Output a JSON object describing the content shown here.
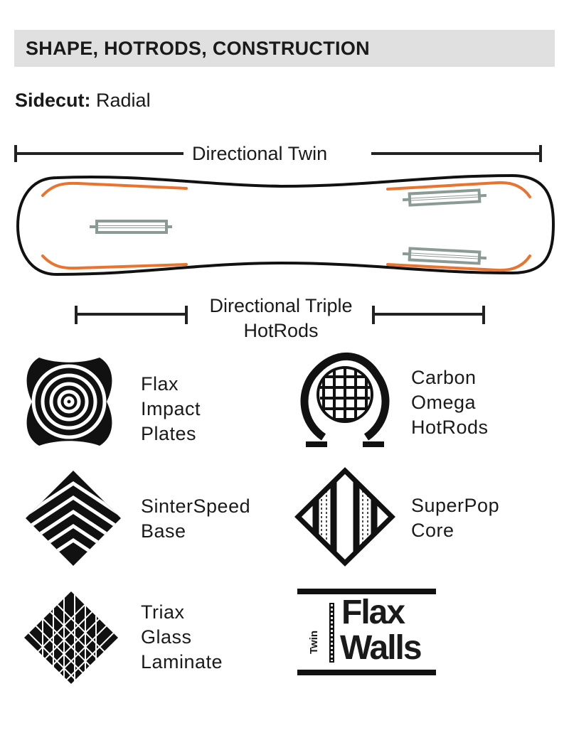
{
  "header": {
    "title": "SHAPE, HOTRODS, CONSTRUCTION"
  },
  "sidecut": {
    "label": "Sidecut:",
    "value": "Radial"
  },
  "board": {
    "shape_label": "Directional Twin",
    "hotrods_label_line1": "Directional Triple",
    "hotrods_label_line2": "HotRods",
    "colors": {
      "outline": "#111111",
      "edge": "#e8742f",
      "hotrod": "#8a9a94"
    }
  },
  "features": [
    {
      "icon": "flax-impact-plates-icon",
      "lines": [
        "Flax",
        "Impact",
        "Plates"
      ]
    },
    {
      "icon": "carbon-omega-icon",
      "lines": [
        "Carbon",
        "Omega",
        "HotRods"
      ]
    },
    {
      "icon": "sinterspeed-base-icon",
      "lines": [
        "SinterSpeed",
        "Base"
      ]
    },
    {
      "icon": "superpop-core-icon",
      "lines": [
        "SuperPop",
        "Core"
      ]
    },
    {
      "icon": "triax-glass-icon",
      "lines": [
        "Triax",
        "Glass",
        "Laminate"
      ]
    }
  ],
  "flax_walls_logo": {
    "small": "Twin",
    "line1": "Flax",
    "line2": "Walls"
  }
}
